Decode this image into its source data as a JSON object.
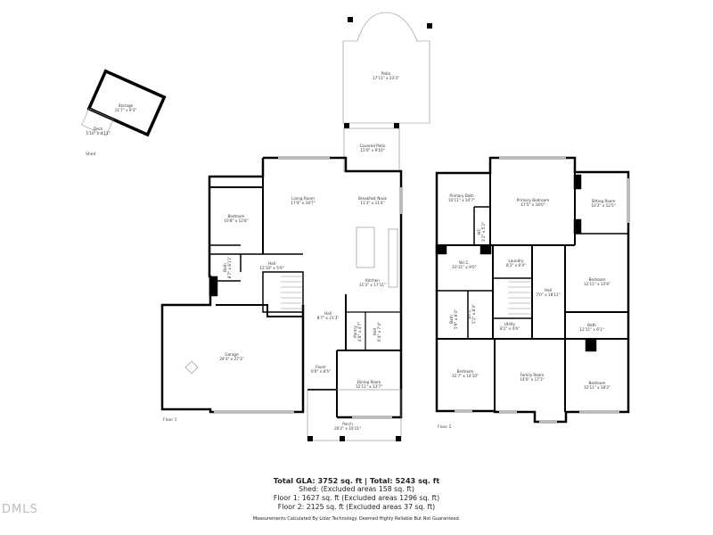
{
  "shed": {
    "label": "Shed",
    "rooms": [
      {
        "name": "Storage",
        "dims": "11'7\" x 9'3\""
      },
      {
        "name": "Deck",
        "dims": "5'10\" x 4'11\""
      }
    ]
  },
  "exterior": {
    "patio": {
      "name": "Patio",
      "dims": "17'11\" x 23'3\""
    },
    "covered_patio": {
      "name": "Covered Patio",
      "dims": "12'0\" x 9'10\""
    }
  },
  "floor1": {
    "label": "Floor 1",
    "rooms": {
      "living_room": {
        "name": "Living Room",
        "dims": "17'4\" x 18'7\""
      },
      "breakfast_nook": {
        "name": "Breakfast Nook",
        "dims": "11'3\" x 11'4\""
      },
      "bedroom": {
        "name": "Bedroom",
        "dims": "10'8\" x 12'8\""
      },
      "bath": {
        "name": "Bath",
        "dims": "8'7\" x 8'11\""
      },
      "hall_small": {
        "name": "Hall",
        "dims": "12'10\" x 5'9\""
      },
      "kitchen": {
        "name": "Kitchen",
        "dims": "11'3\" x 17'11\""
      },
      "hall_main": {
        "name": "Hall",
        "dims": "8'7\" x 21'3\""
      },
      "pantry": {
        "name": "Pantry",
        "dims": "4'8\" x 4'7\""
      },
      "hall_side": {
        "name": "Hall",
        "dims": "6'4\" x 7'4\""
      },
      "garage": {
        "name": "Garage",
        "dims": "29'3\" x 27'3\""
      },
      "foyer": {
        "name": "Foyer",
        "dims": "6'6\" x 8'5\""
      },
      "dining_room": {
        "name": "Dining Room",
        "dims": "12'11\" x 13'7\""
      },
      "porch": {
        "name": "Porch",
        "dims": "20'2\" x 10'11\""
      }
    }
  },
  "floor2": {
    "label": "Floor 2",
    "rooms": {
      "primary_bath": {
        "name": "Primary Bath",
        "dims": "10'11\" x 14'7\""
      },
      "primary_bedroom": {
        "name": "Primary Bedroom",
        "dims": "17'5\" x 18'0\""
      },
      "sitting_room": {
        "name": "Sitting Room",
        "dims": "10'2\" x 12'5\""
      },
      "wc": {
        "name": "WC",
        "dims": "3'2\" x 5'2\""
      },
      "wic_primary": {
        "name": "W.I.C.",
        "dims": "10'11\" x 9'0\""
      },
      "laundry": {
        "name": "Laundry",
        "dims": "8'2\" x 6'4\""
      },
      "hall": {
        "name": "Hall",
        "dims": "7'0\" x 18'11\""
      },
      "bedroom_right": {
        "name": "Bedroom",
        "dims": "12'11\" x 13'6\""
      },
      "bath_left": {
        "name": "Bath",
        "dims": "5'9\" x 8'4\""
      },
      "wic_small": {
        "name": "W.I.C.",
        "dims": "5'2\" x 8'4\""
      },
      "utility": {
        "name": "Utility",
        "dims": "8'2\" x 4'6\""
      },
      "bath_right": {
        "name": "Bath",
        "dims": "12'11\" x 6'1\""
      },
      "bedroom_left": {
        "name": "Bedroom",
        "dims": "11'7\" x 14'10\""
      },
      "family_room": {
        "name": "Family Room",
        "dims": "14'6\" x 17'3\""
      },
      "bedroom_bottom_right": {
        "name": "Bedroom",
        "dims": "12'11\" x 18'2\""
      }
    }
  },
  "summary": {
    "total": "Total GLA: 3752 sq. ft | Total: 5243 sq. ft",
    "shed": "Shed: (Excluded areas 158 sq. ft)",
    "floor1": "Floor 1: 1627 sq. ft (Excluded areas 1296 sq. ft)",
    "floor2": "Floor 2: 2125 sq. ft (Excluded areas 37 sq. ft)",
    "disclaimer": "Measurements Calculated By Lidar Technology. Deemed Highly Reliable But Not Guaranteed."
  },
  "watermark": "DMLS",
  "colors": {
    "wall": "#000000",
    "thin_line": "#888888",
    "window": "#cccccc",
    "text": "#333333",
    "watermark": "#bbbbbb"
  }
}
